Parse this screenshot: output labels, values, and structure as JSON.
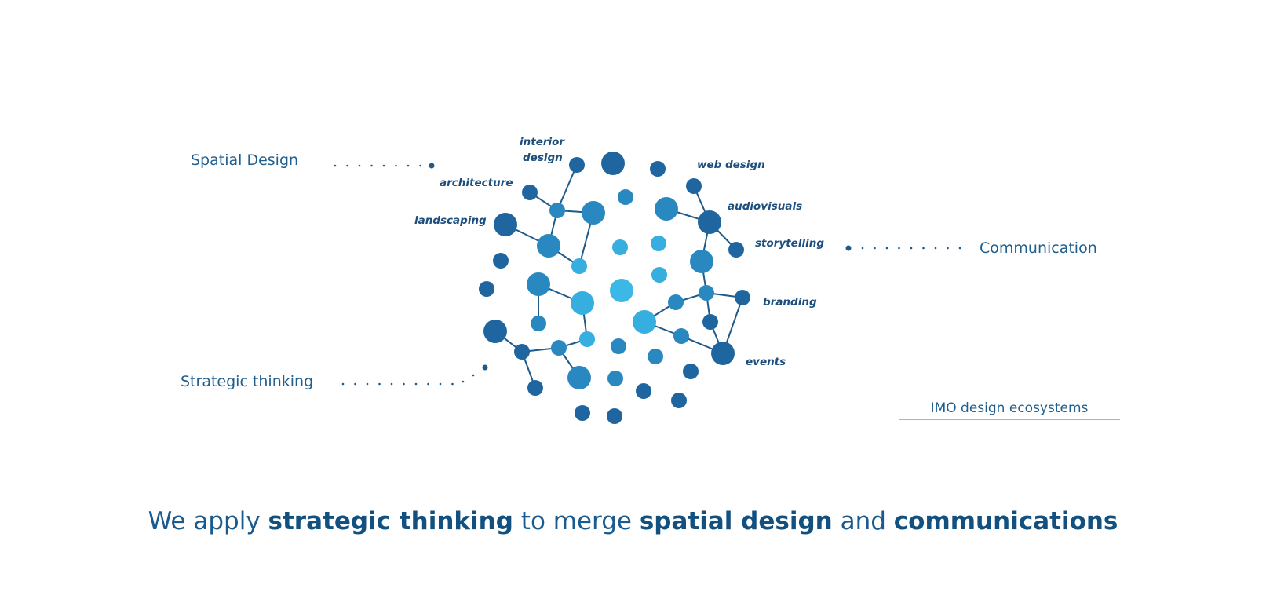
{
  "categories": {
    "spatial": "Spatial Design",
    "communication": "Communication",
    "strategic": "Strategic thinking"
  },
  "sub_labels": {
    "interior": "interior",
    "interior2": "design",
    "architecture": "architecture",
    "landscaping": "landscaping",
    "web_design": "web design",
    "audiovisuals": "audiovisuals",
    "storytelling": "storytelling",
    "branding": "branding",
    "events": "events"
  },
  "ecosystem_label": "IMO design ecosystems",
  "headline": {
    "p1": "We apply ",
    "b1": "strategic thinking",
    "p2": " to merge ",
    "b2": "spatial design",
    "p3": " and ",
    "b3": "communications"
  },
  "colors": {
    "dark": "#1f66a0",
    "mid": "#2a88c0",
    "light": "#36aedf",
    "text": "#1e5f8e"
  }
}
